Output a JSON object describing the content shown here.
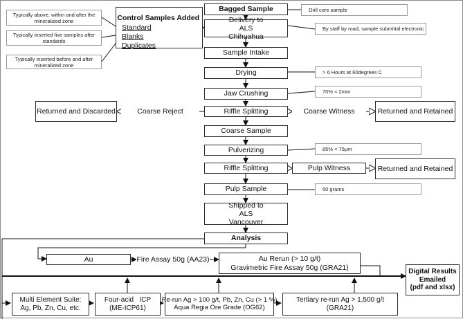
{
  "control_samples": {
    "title": "Control Samples Added",
    "items": [
      "Standard",
      "Blanks",
      "Duplicates"
    ]
  },
  "notes_left": [
    "Typically above, within and after the mineralized zone",
    "Typically inserted five samples after standards",
    "Typically inserted before and after mineralized zone"
  ],
  "flow": {
    "bagged": "Bagged Sample",
    "delivery": "Delivery to ALS Chihuahua",
    "intake": "Sample Intake",
    "drying": "Drying",
    "jaw": "Jaw Crushing",
    "riffle1": "Riffle Splitting",
    "coarse_sample": "Coarse Sample",
    "pulverizing": "Pulverizing",
    "riffle2": "Riffle Splitting",
    "pulp_sample": "Pulp Sample",
    "shipped": "Shipped to ALS Vancouver",
    "analysis": "Analysis"
  },
  "callouts": {
    "drill": "Drill core sample",
    "staff": "By staff by road, sample submittal electronic",
    "drying": "> 6 Hours at 60degrees C",
    "jaw": "70% < 2mm",
    "pulv": "85% < 75µm",
    "pulp": "50 grams"
  },
  "side": {
    "returned_discarded": "Returned and Discarded",
    "coarse_reject": "Coarse Reject",
    "coarse_witness": "Coarse Witness",
    "returned_retained_1": "Returned and Retained",
    "pulp_witness": "Pulp Witness",
    "returned_retained_2": "Returned and Retained"
  },
  "analysis": {
    "au": "Au",
    "fire_assay": "Fire Assay 50g (AA23)",
    "au_rerun_1": "Au Rerun (> 10 g/t)",
    "au_rerun_2": "Gravimetric Fire Assay 50g (GRA21)",
    "multi_1": "Multi Element Suite:",
    "multi_2": "Ag, Pb, Zn, Cu, etc.",
    "four_acid_1": "Four-acid   ICP",
    "four_acid_2": "(ME-ICP61)",
    "rerun_1": "Re-run Ag > 100 g/t, Pb, Zn, Cu (> 1 %)",
    "rerun_2": "Aqua Regia Ore Grade (OG62)",
    "tertiary_1": "Tertiary re-run Ag > 1,500 g/t",
    "tertiary_2": "(GRA21)",
    "digital_1": "Digital Results",
    "digital_2": "Emailed",
    "digital_3": "(pdf and xlsx)"
  }
}
